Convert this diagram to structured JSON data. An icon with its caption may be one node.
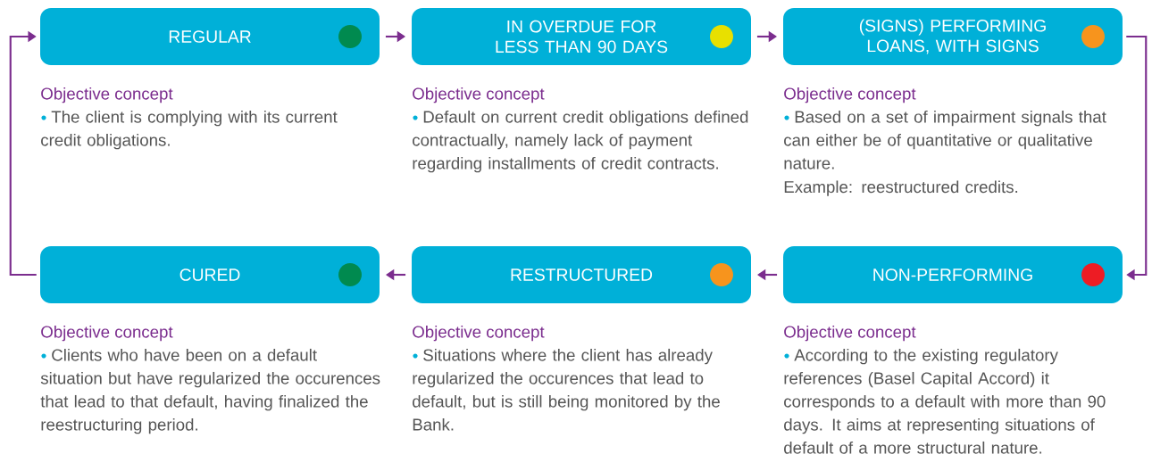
{
  "diagram": {
    "nodes": [
      {
        "text": [
          "REGULAR"
        ],
        "beside": [
          "Objective concept",
          "The client is complying  with its current credit obligations."
        ]
      },
      {
        "text": [
          "IN OVERDUE FOR LESS THAN 90 DAYS"
        ],
        "beside": [
          "Objective concept",
          "Default on current credit obligations defined contractually, namely lack of payment regarding installments of credit contracts."
        ]
      },
      {
        "text": [
          "(SIGNS) PERFORMING LOANS, WITH SIGNS"
        ],
        "beside": [
          "Objective concept",
          "Based on a set of impairment signals that can either be of quantitative or qualitative nature.",
          "Example: reestructured credits."
        ]
      },
      {
        "text": [
          "CURED"
        ],
        "beside": [
          "Objective concept",
          "Clients who have been on a default situation but have regularized the occurences that lead to that default, having finalized the reestructuring period."
        ]
      },
      {
        "text": [
          "RESTRUCTURED"
        ],
        "beside": [
          "Objective concept",
          "Situations where the client has already regularized the occurences that lead to default, but is still being monitored by the Bank."
        ]
      },
      {
        "text": [
          "NON-PERFORMING"
        ],
        "beside": [
          "Objective concept",
          "According to the existing regulatory references (Basel Capital Accord) it corresponds to a default with more than 90 days. It aims at representing situations of default of a more structural nature."
        ]
      }
    ],
    "edges": [
      {
        "from": 0,
        "to": 1,
        "arrow": "to"
      },
      {
        "from": 1,
        "to": 2,
        "arrow": "to"
      },
      {
        "from": 2,
        "to": 5,
        "arrow": "to"
      },
      {
        "from": 5,
        "to": 4,
        "arrow": "to"
      },
      {
        "from": 4,
        "to": 3,
        "arrow": "to"
      },
      {
        "from": 3,
        "to": 0,
        "arrow": "to"
      }
    ]
  }
}
